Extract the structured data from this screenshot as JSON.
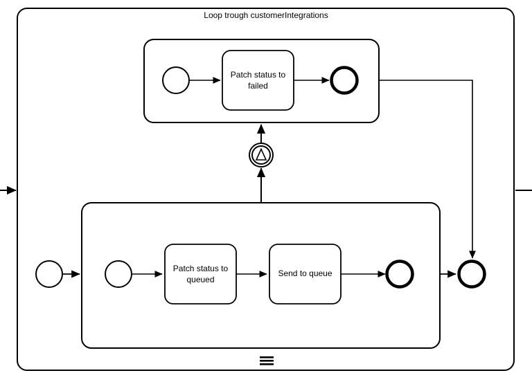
{
  "diagram": {
    "type": "bpmn-process",
    "title": "Loop trough customerIntegrations",
    "colors": {
      "stroke": "#000000",
      "fill": "#ffffff",
      "text": "#000000"
    },
    "outer_subprocess": {
      "name": "loop-subprocess",
      "label": "Loop trough customerIntegrations",
      "marker": "sequential-multi-instance"
    },
    "events": {
      "outer_start": {
        "label": "",
        "kind": "start-event"
      },
      "inner_lower_start": {
        "label": "",
        "kind": "start-event"
      },
      "inner_upper_start": {
        "label": "",
        "kind": "start-event"
      },
      "inner_lower_end": {
        "label": "",
        "kind": "end-event"
      },
      "inner_upper_end": {
        "label": "",
        "kind": "end-event"
      },
      "outer_end": {
        "label": "",
        "kind": "end-event"
      },
      "escalation": {
        "label": "",
        "kind": "intermediate-escalation-event"
      }
    },
    "tasks": [
      {
        "id": "patch-failed",
        "label": "Patch status to failed"
      },
      {
        "id": "patch-queued",
        "label": "Patch status to queued"
      },
      {
        "id": "send-queue",
        "label": "Send to queue"
      }
    ],
    "task_labels": {
      "patch_failed_line1": "Patch status to",
      "patch_failed_line2": "failed",
      "patch_queued_line1": "Patch status to",
      "patch_queued_line2": "queued",
      "send_queue_line1": "Send to queue"
    }
  }
}
